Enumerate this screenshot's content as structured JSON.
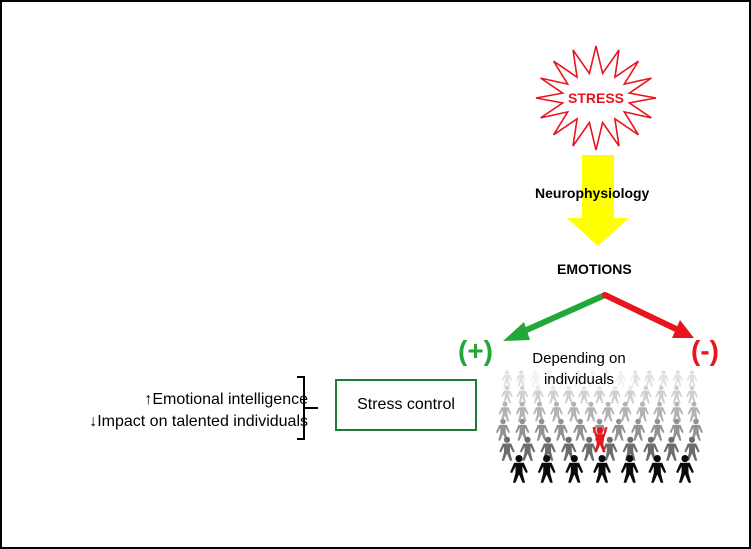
{
  "stress_label": "STRESS",
  "neuro_label": "Neurophysiology",
  "emotions_label": "EMOTIONS",
  "positive_label": "(+)",
  "negative_label": "(-)",
  "depending_label": "Depending on individuals",
  "stress_control_label": "Stress control",
  "effects": [
    {
      "arrow": "↑",
      "text": "Emotional intelligence"
    },
    {
      "arrow": "↓",
      "text": "Impact on talented individuals"
    }
  ],
  "colors": {
    "stress": "#e8141e",
    "flow_arrow": "#ffff00",
    "positive": "#22a838",
    "negative": "#e8141e",
    "control_border": "#1e7d32",
    "people_highlight": "#e8141e"
  },
  "icons": {
    "starburst": "starburst-icon",
    "crowd": "crowd-icon"
  }
}
